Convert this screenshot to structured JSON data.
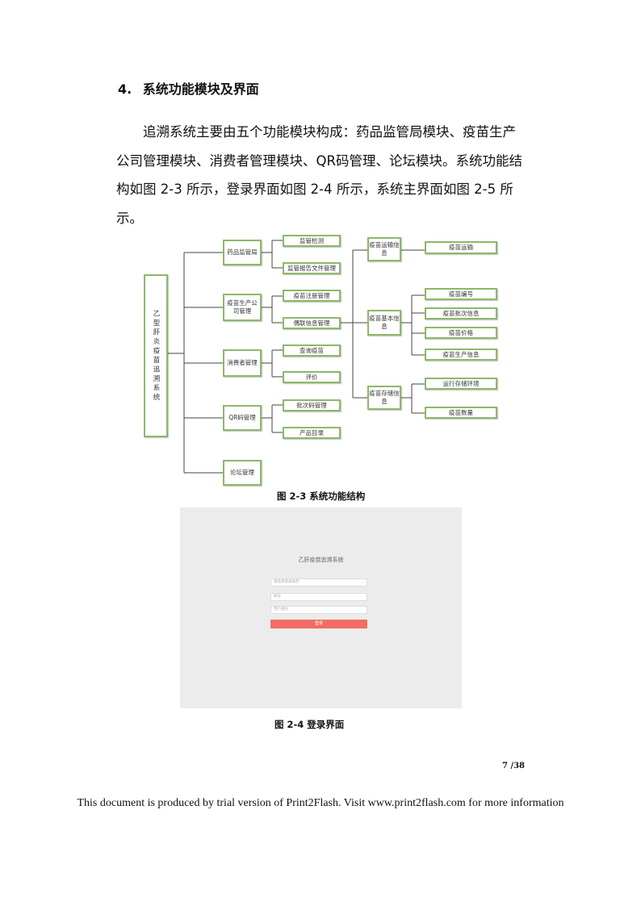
{
  "section": {
    "number": "4.",
    "title": "系统功能模块及界面"
  },
  "paragraph": [
    "追溯系统主要由五个功能模块构成：药品监管局模块、疫苗生产",
    "公司管理模块、消费者管理模块、QR码管理、论坛模块。系统功能结",
    "构如图 2-3 所示，登录界面如图 2-4 所示，系统主界面如图 2-5 所",
    "示。"
  ],
  "diagram": {
    "root": "乙型肝炎疫苗追溯系统",
    "modules": [
      "药品监管局",
      "疫苗生产公司管理",
      "消费者管理",
      "QR码管理",
      "论坛管理"
    ],
    "level2": [
      "监管检测",
      "监管报告文件管理",
      "疫苗注册管理",
      "偶联信息管理",
      "查询疫苗",
      "评价",
      "批次码管理",
      "产品目录"
    ],
    "level3": [
      "疫苗运输信息",
      "疫苗基本信息",
      "疫苗存储信息"
    ],
    "level4": [
      "疫苗运输",
      "疫苗编号",
      "疫苗批次信息",
      "疫苗价格",
      "疫苗生产信息",
      "运行存储环境",
      "疫苗数量"
    ]
  },
  "figure1_caption": "图 2-3 系统功能结构",
  "login_screen": {
    "title": "乙肝疫苗追溯系统",
    "role_select_placeholder": "请选择登录角色",
    "account_placeholder": "账号",
    "password_placeholder": "用户密码",
    "login_button": "登录",
    "button_color": "#f36c64"
  },
  "figure2_caption": "图  2-4 登录界面",
  "page_number": "7 /38",
  "footer": "This document is produced by trial version of Print2Flash. Visit www.print2flash.com for more information"
}
